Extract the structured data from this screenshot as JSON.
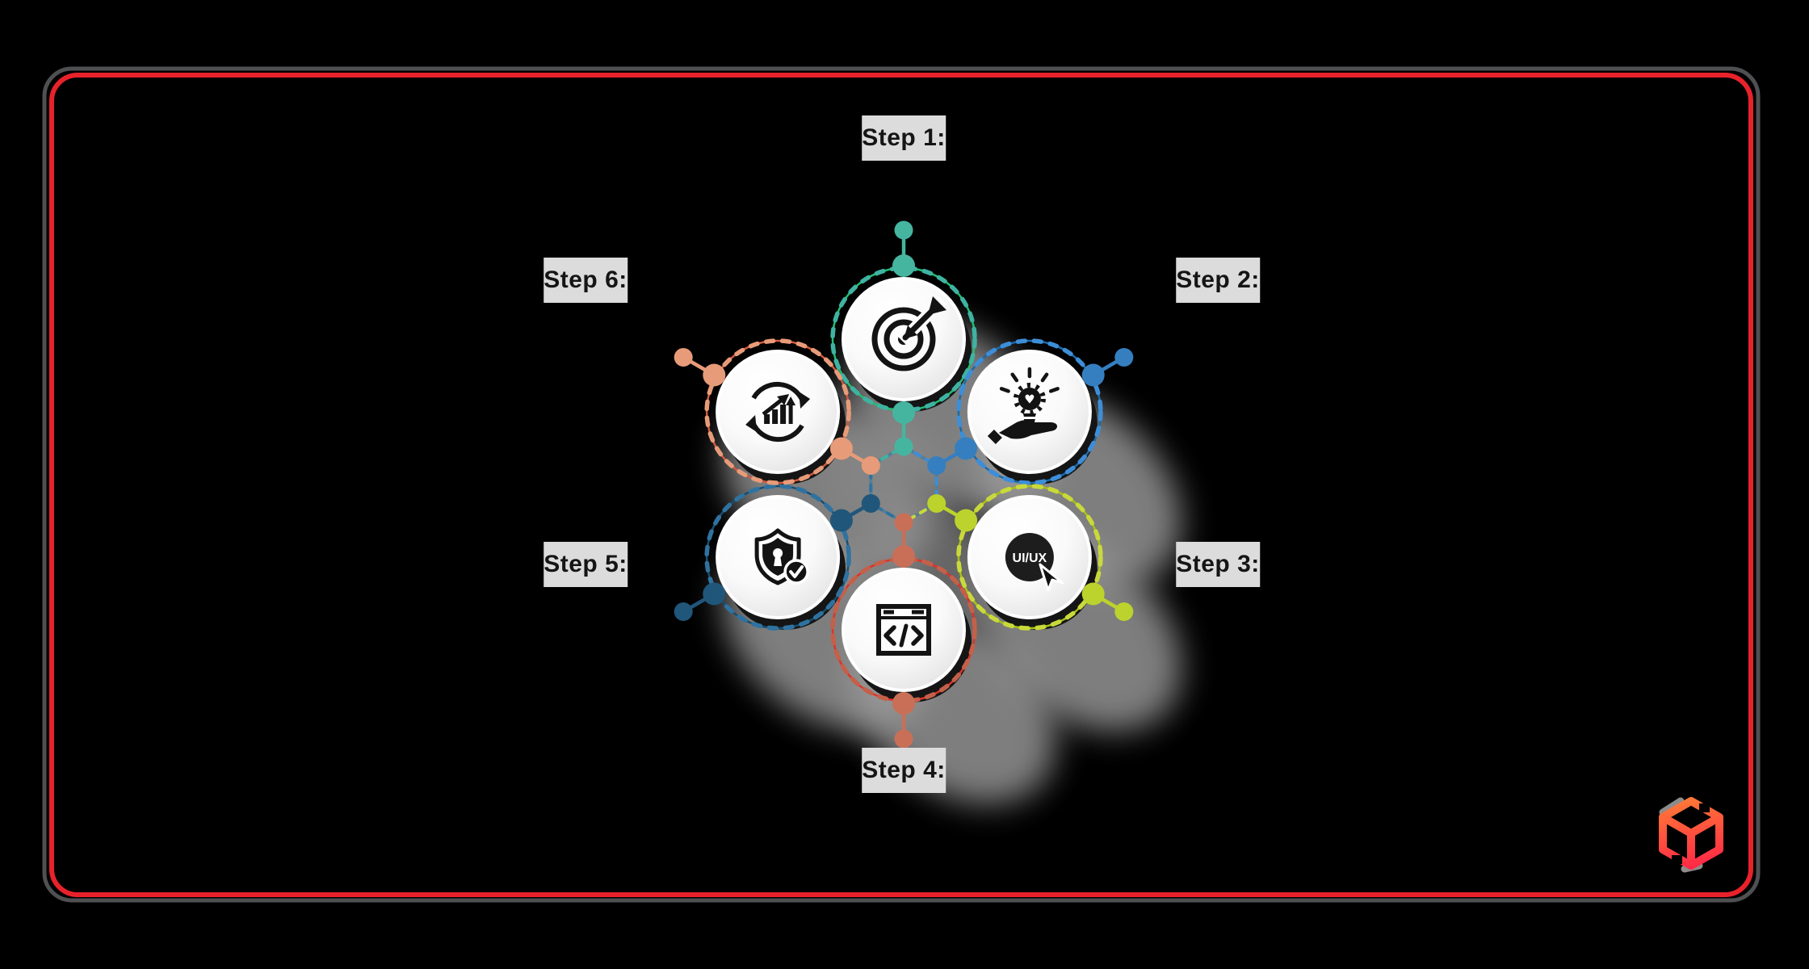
{
  "canvas": {
    "background": "#000000"
  },
  "frame": {
    "border_color": "#e8222b",
    "shadow_color": "#4f5052"
  },
  "label_style": {
    "bg": "#dcdcdc",
    "text_color": "#151515"
  },
  "hexagon": {
    "edge_color": "#587e95",
    "edge_dash_colors": [
      "#3d8ed8",
      "#3d8ed8",
      "#c9d93b",
      "#2f729f",
      "#2f729f",
      "#3eb3a1"
    ]
  },
  "steps": [
    {
      "id": 1,
      "label": "Step 1:",
      "icon": "target-arrow-icon",
      "angle_deg": -90,
      "solid": "#1fc06e",
      "dash": "#3eb3a1",
      "node": "#45b5a0"
    },
    {
      "id": 2,
      "label": "Step 2:",
      "icon": "idea-hand-icon",
      "angle_deg": -30,
      "solid": "#1a6aa8",
      "dash": "#3d8ed8",
      "node": "#357fc0"
    },
    {
      "id": 3,
      "label": "Step 3:",
      "icon": "uiux-cursor-icon",
      "angle_deg": 30,
      "solid": "#a6c213",
      "dash": "#c9d93b",
      "node": "#bcd22d"
    },
    {
      "id": 4,
      "label": "Step 4:",
      "icon": "code-window-icon",
      "angle_deg": 90,
      "solid": "#e13227",
      "dash": "#c4604a",
      "node": "#c96f58"
    },
    {
      "id": 5,
      "label": "Step 5:",
      "icon": "shield-check-icon",
      "angle_deg": 150,
      "solid": "#164e71",
      "dash": "#2f729f",
      "node": "#20567a"
    },
    {
      "id": 6,
      "label": "Step 6:",
      "icon": "growth-cycle-icon",
      "angle_deg": 210,
      "solid": "#d2573d",
      "dash": "#e79b79",
      "node": "#e79b79"
    }
  ],
  "uiux_badge_text": "UI/UX",
  "logo": {
    "name": "cube-logo",
    "gradient_top": "#ff7a36",
    "gradient_bottom": "#ff2347",
    "accent": "#8c8c8c"
  }
}
